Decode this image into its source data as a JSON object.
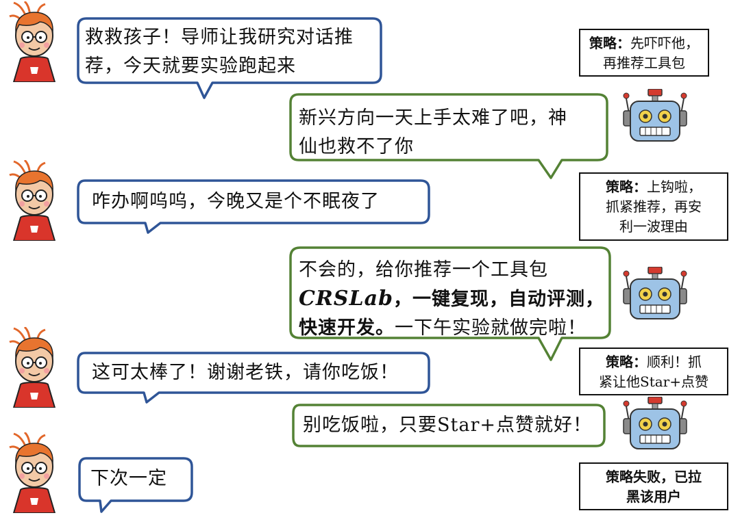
{
  "messages": [
    {
      "lines": [
        "救救孩子！导师让我研究对话推",
        "荐，今天就要实验跑起来"
      ]
    },
    {
      "lines": [
        "新兴方向一天上手太难了吧，神",
        "仙也救不了你"
      ]
    },
    {
      "lines": [
        "咋办啊呜呜，今晚又是个不眠夜了"
      ]
    },
    {
      "line1": "不会的，给你推荐一个工具包",
      "brand": "CRSLab",
      "line2_rest": "，一键复现，自动评测，",
      "line3_bold": "快速开发。",
      "line3_rest": "一下午实验就做完啦！"
    },
    {
      "lines": [
        "这可太棒了！谢谢老铁，请你吃饭！"
      ]
    },
    {
      "lines": [
        "别吃饭啦，只要Star+点赞就好！"
      ]
    },
    {
      "lines": [
        "下次一定"
      ]
    }
  ],
  "strategies": [
    {
      "key": "策略：",
      "lines": [
        "先吓吓他，",
        "再推荐工具包"
      ]
    },
    {
      "key": "策略：",
      "lines": [
        "上钩啦，",
        "抓紧推荐，再安",
        "利一波理由"
      ]
    },
    {
      "key": "策略：",
      "lines": [
        "顺利！抓",
        "紧让他Star+点赞"
      ]
    },
    {
      "lines": [
        "策略失败，已拉",
        "黑该用户"
      ]
    }
  ],
  "colors": {
    "user_border": "#2f5597",
    "bot_border": "#548235",
    "bot_face": "#9dc3e6",
    "hair": "#e2672a",
    "shirt": "#d9352b"
  },
  "icons": {
    "user": "cartoon-boy-avatar",
    "bot": "robot-head-icon"
  }
}
